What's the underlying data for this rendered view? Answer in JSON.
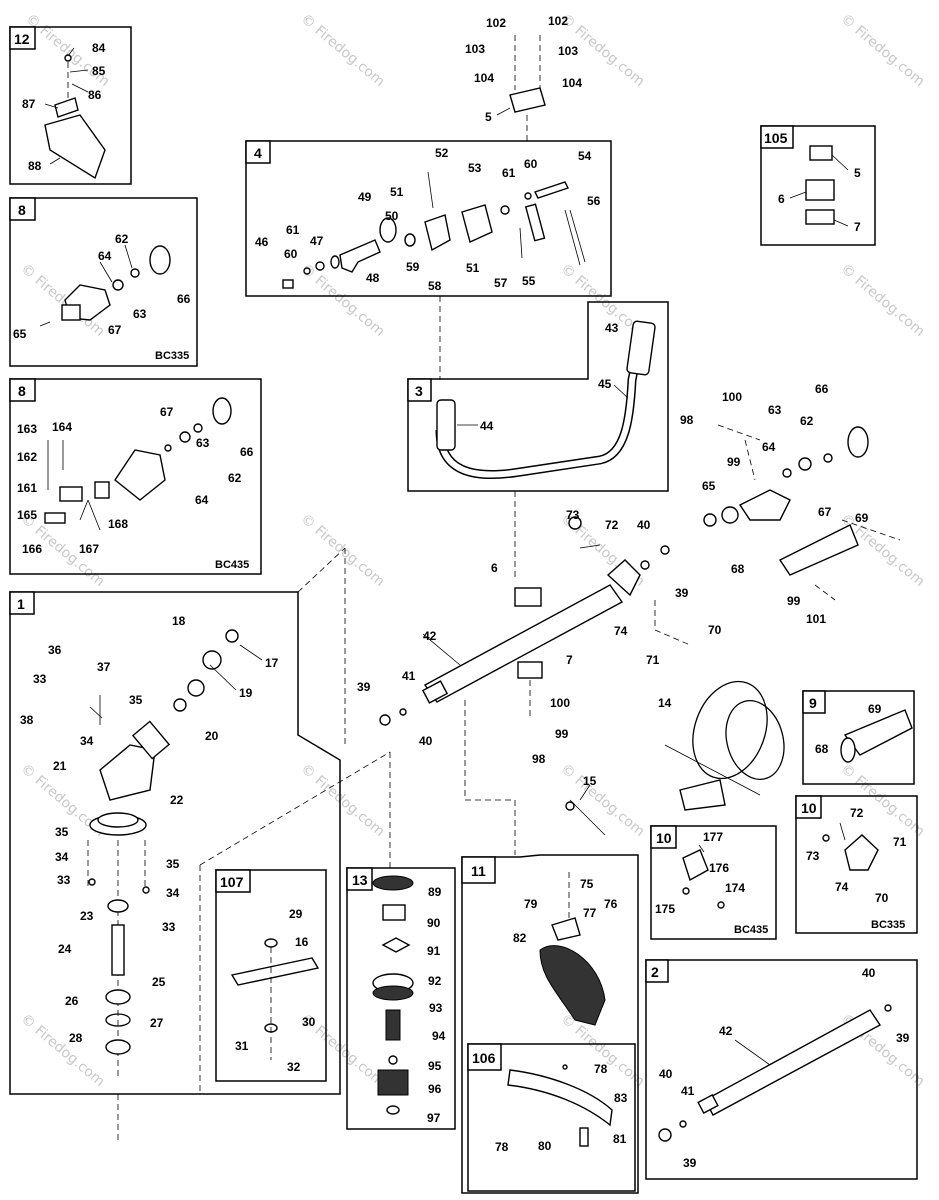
{
  "watermark": "© Firedog.com",
  "panels": {
    "p12": {
      "num": "12",
      "labels": {
        "84": "84",
        "85": "85",
        "86": "86",
        "87": "87",
        "88": "88"
      }
    },
    "p8a": {
      "num": "8",
      "model": "BC335",
      "labels": {
        "62": "62",
        "64": "64",
        "63": "63",
        "66": "66",
        "65": "65",
        "67": "67"
      }
    },
    "p8b": {
      "num": "8",
      "model": "BC435",
      "labels": {
        "67": "67",
        "66": "66",
        "163": "163",
        "164": "164",
        "162": "162",
        "161": "161",
        "63": "63",
        "62": "62",
        "64": "64",
        "165": "165",
        "166": "166",
        "167": "167",
        "168": "168"
      }
    },
    "p4": {
      "num": "4",
      "labels": {
        "52": "52",
        "53": "53",
        "61": "61",
        "60": "60",
        "54": "54",
        "49": "49",
        "51": "51",
        "50": "50",
        "56": "56",
        "61b": "61",
        "47": "47",
        "46": "46",
        "60b": "60",
        "48": "48",
        "59": "59",
        "51b": "51",
        "58": "58",
        "57": "57",
        "55": "55"
      }
    },
    "p105": {
      "num": "105",
      "labels": {
        "5": "5",
        "6": "6",
        "7": "7"
      }
    },
    "p3": {
      "num": "3",
      "labels": {
        "43": "43",
        "45": "45",
        "44": "44"
      }
    },
    "p1": {
      "num": "1",
      "labels": {
        "18": "18",
        "17": "17",
        "36": "36",
        "37": "37",
        "33": "33",
        "35": "35",
        "19": "19",
        "38": "38",
        "34": "34",
        "20": "20",
        "21": "21",
        "22": "22",
        "35b": "35",
        "34b": "34",
        "35c": "35",
        "34c": "34",
        "33b": "33",
        "33c": "33",
        "23": "23",
        "24": "24",
        "25": "25",
        "26": "26",
        "27": "27",
        "28": "28"
      }
    },
    "p107": {
      "num": "107",
      "labels": {
        "29": "29",
        "16": "16",
        "30": "30",
        "31": "31",
        "32": "32"
      }
    },
    "p13": {
      "num": "13",
      "labels": {
        "89": "89",
        "90": "90",
        "91": "91",
        "92": "92",
        "93": "93",
        "94": "94",
        "95": "95",
        "96": "96",
        "97": "97"
      }
    },
    "p11": {
      "num": "11",
      "labels": {
        "75": "75",
        "79": "79",
        "76": "76",
        "77": "77",
        "82": "82"
      }
    },
    "p106": {
      "num": "106",
      "labels": {
        "78": "78",
        "83": "83",
        "78b": "78",
        "80": "80",
        "81": "81"
      }
    },
    "p9": {
      "num": "9",
      "labels": {
        "69": "69",
        "68": "68"
      }
    },
    "p10a": {
      "num": "10",
      "model": "BC435",
      "labels": {
        "177": "177",
        "176": "176",
        "174": "174",
        "175": "175"
      }
    },
    "p10b": {
      "num": "10",
      "model": "BC335",
      "labels": {
        "72": "72",
        "73": "73",
        "71": "71",
        "74": "74",
        "70": "70"
      }
    },
    "p2": {
      "num": "2",
      "labels": {
        "40": "40",
        "42": "42",
        "39": "39",
        "40b": "40",
        "41": "41",
        "39b": "39"
      }
    }
  },
  "main_labels": {
    "102a": "102",
    "102b": "102",
    "103a": "103",
    "103b": "103",
    "104a": "104",
    "104b": "104",
    "5": "5",
    "100": "100",
    "98": "98",
    "99": "99",
    "66": "66",
    "63": "63",
    "62": "62",
    "64": "64",
    "65": "65",
    "67": "67",
    "69": "69",
    "73": "73",
    "72": "72",
    "40": "40",
    "39": "39",
    "68": "68",
    "99b": "99",
    "101": "101",
    "74": "74",
    "70": "70",
    "71": "71",
    "6": "6",
    "42": "42",
    "7": "7",
    "41": "41",
    "39b": "39",
    "40b": "40",
    "100b": "100",
    "99c": "99",
    "98b": "98",
    "14": "14",
    "15": "15"
  }
}
